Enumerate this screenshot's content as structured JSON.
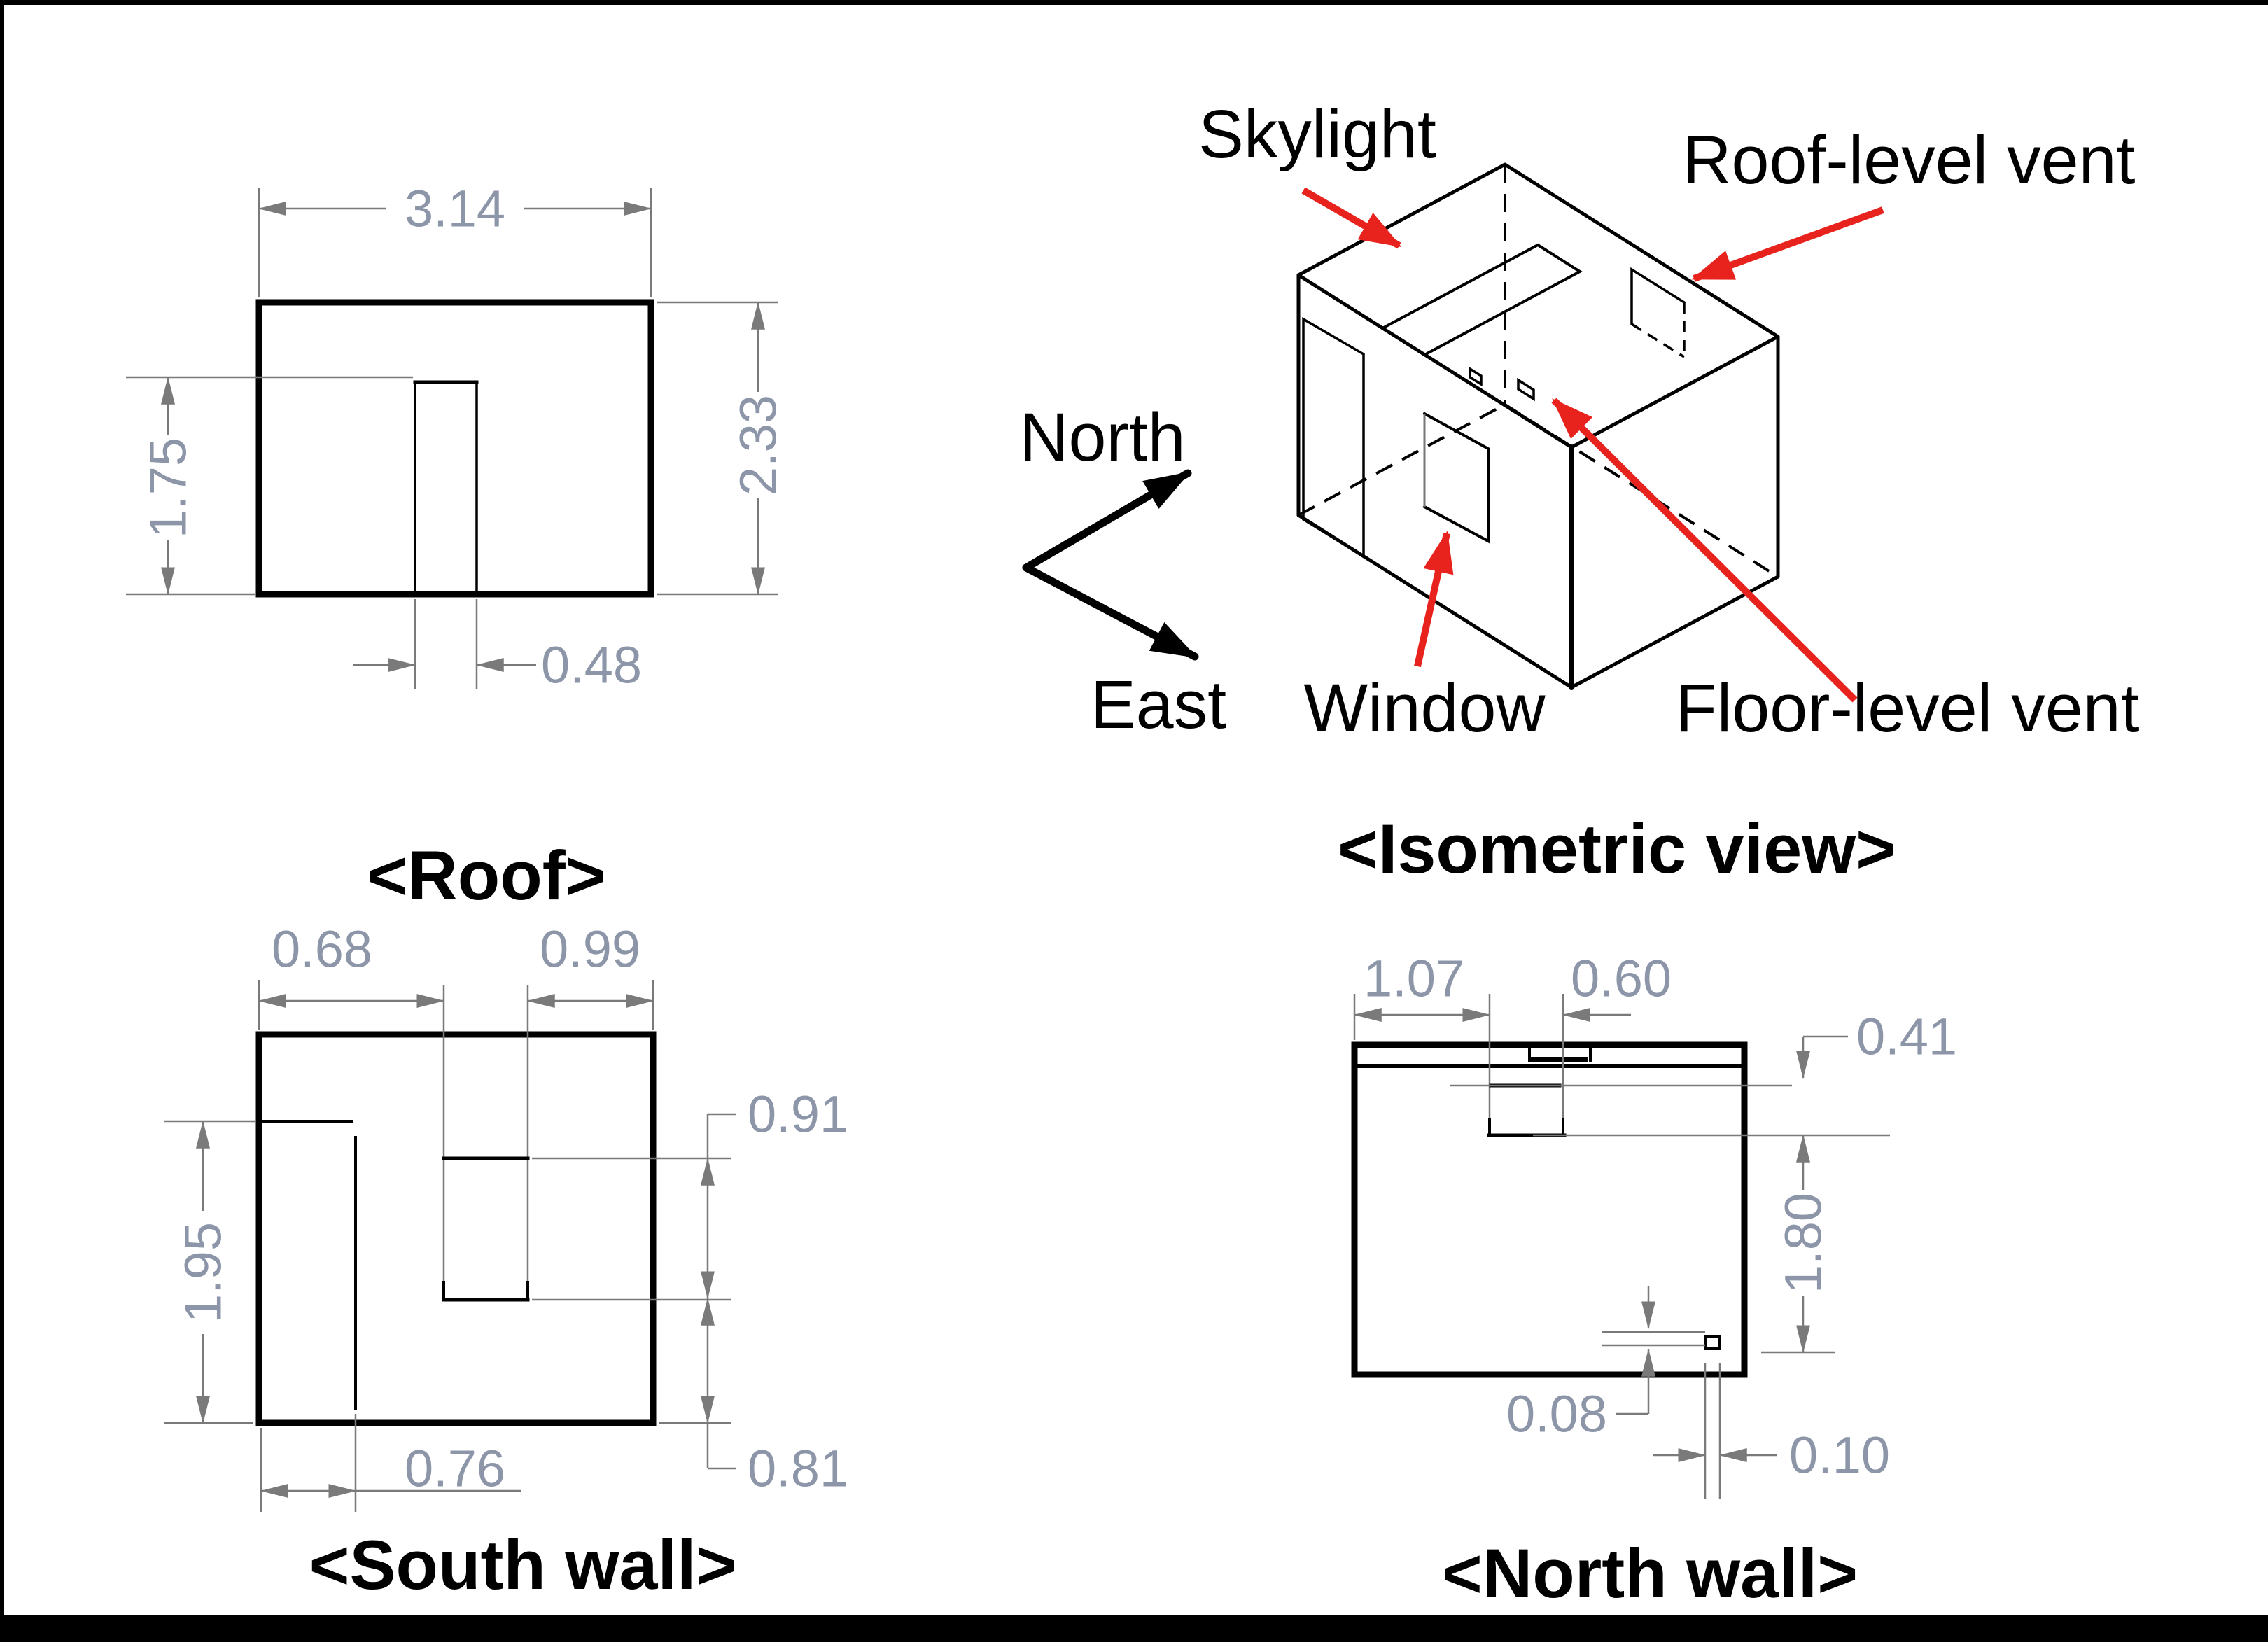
{
  "colors": {
    "drawing_line": "#000000",
    "dimension_line": "#7a7a7a",
    "dimension_text": "#8c96a8",
    "callout_arrow_red": "#e8231e"
  },
  "roof_view": {
    "caption": "<Roof>",
    "dim_width": "3.14",
    "dim_depth": "2.33",
    "dim_skylight_length": "1.75",
    "dim_skylight_width": "0.48"
  },
  "isometric_view": {
    "caption": "<Isometric view>",
    "label_skylight": "Skylight",
    "label_roof_vent": "Roof-level vent",
    "label_window": "Window",
    "label_floor_vent": "Floor-level vent",
    "compass_north": "North",
    "compass_east": "East"
  },
  "south_wall_view": {
    "caption": "<South wall>",
    "dim_window_offset_left": "0.68",
    "dim_window_offset_right": "0.99",
    "dim_window_height": "0.91",
    "dim_door_height": "1.95",
    "dim_door_width": "0.76",
    "dim_sill_height": "0.81"
  },
  "north_wall_view": {
    "caption": "<North wall>",
    "dim_vent_offset": "1.07",
    "dim_vent_width": "0.60",
    "dim_vent_drop": "0.41",
    "dim_wall_height": "1.80",
    "dim_floor_vent_height": "0.08",
    "dim_floor_vent_width": "0.10"
  }
}
